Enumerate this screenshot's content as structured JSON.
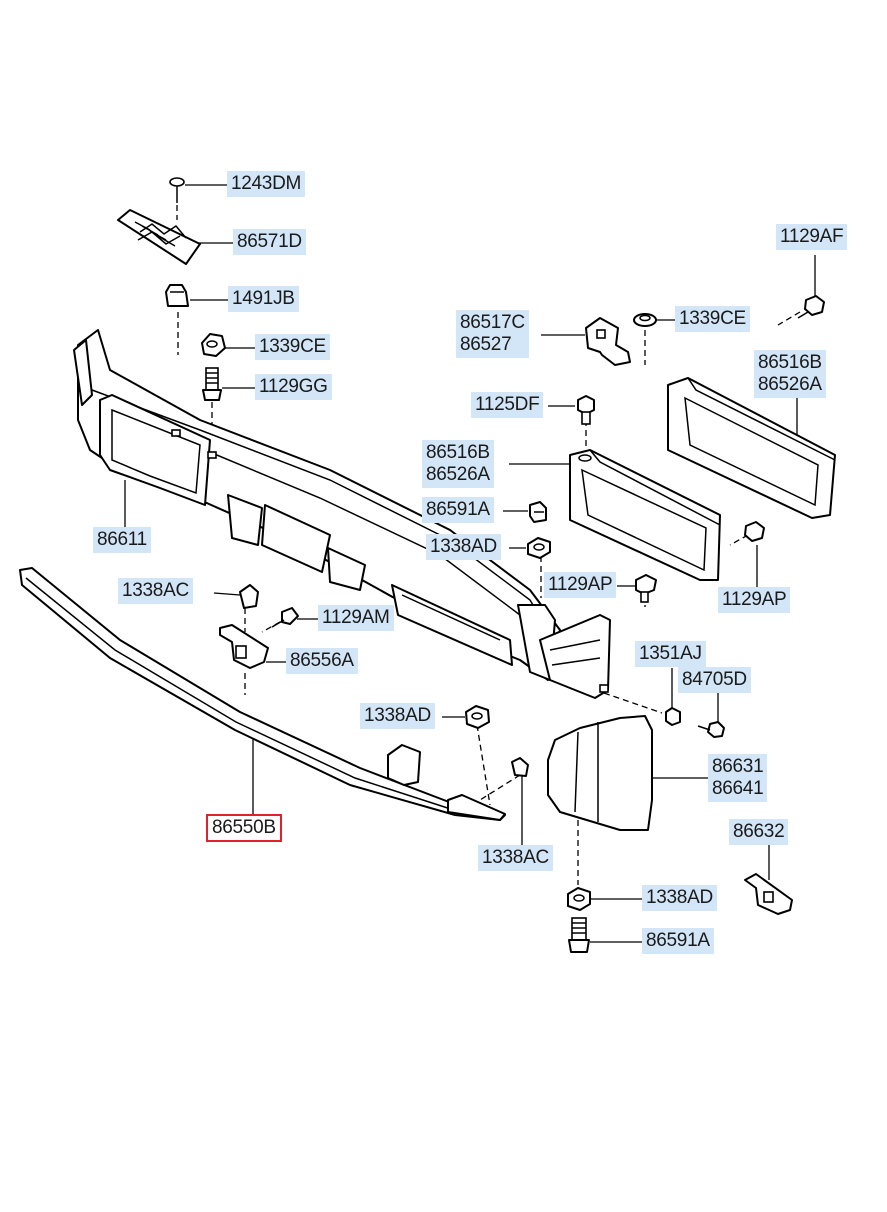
{
  "labels": {
    "p1243DM": "1243DM",
    "p86571D": "86571D",
    "p1491JB": "1491JB",
    "p1339CE_a": "1339CE",
    "p1129GG": "1129GG",
    "p86611": "86611",
    "p1338AC_a": "1338AC",
    "p1129AM": "1129AM",
    "p86556A": "86556A",
    "p1338AD_a": "1338AD",
    "p86550B": "86550B",
    "p1338AC_b": "1338AC",
    "p86517C": "86517C\n86527",
    "p1339CE_b": "1339CE",
    "p1125DF": "1125DF",
    "p86516B_a": "86516B\n86526A",
    "p86591A_a": "86591A",
    "p1338AD_b": "1338AD",
    "p1129AP_a": "1129AP",
    "p1129AF": "1129AF",
    "p86516B_b": "86516B\n86526A",
    "p1129AP_b": "1129AP",
    "p1351AJ": "1351AJ",
    "p84705D": "84705D",
    "p86631": "86631\n86641",
    "p86632": "86632",
    "p1338AD_c": "1338AD",
    "p86591A_b": "86591A"
  },
  "colors": {
    "label_bg": "#d3e6f8",
    "selected_border": "#e0202a"
  },
  "selected_part": "86550B"
}
